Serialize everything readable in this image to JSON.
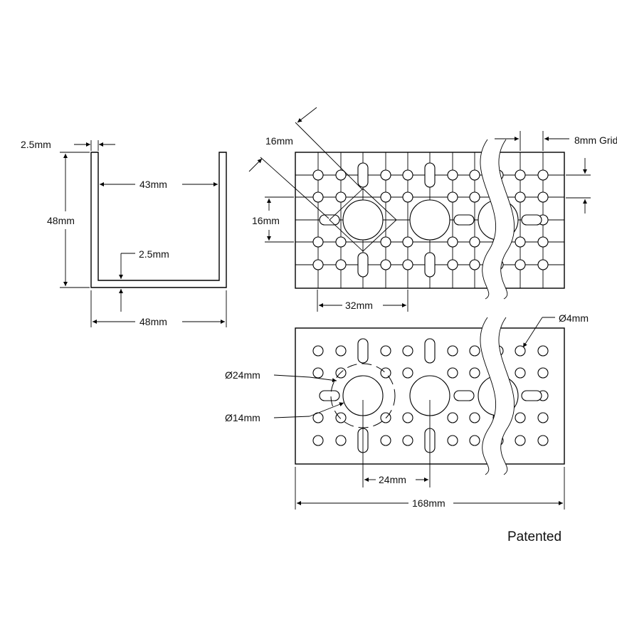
{
  "labels": {
    "flange_thickness": "2.5mm",
    "height": "48mm",
    "inner_width": "43mm",
    "base_thickness": "2.5mm",
    "outer_width": "48mm",
    "diag_spacing": "16mm",
    "vert_spacing": "16mm",
    "grid": "8mm Grid",
    "spacing_32": "32mm",
    "hole_dia_small": "Ø4mm",
    "bolt_circle": "Ø24mm",
    "center_bore": "Ø14mm",
    "spacing_24": "24mm",
    "length": "168mm",
    "patent": "Patented"
  }
}
